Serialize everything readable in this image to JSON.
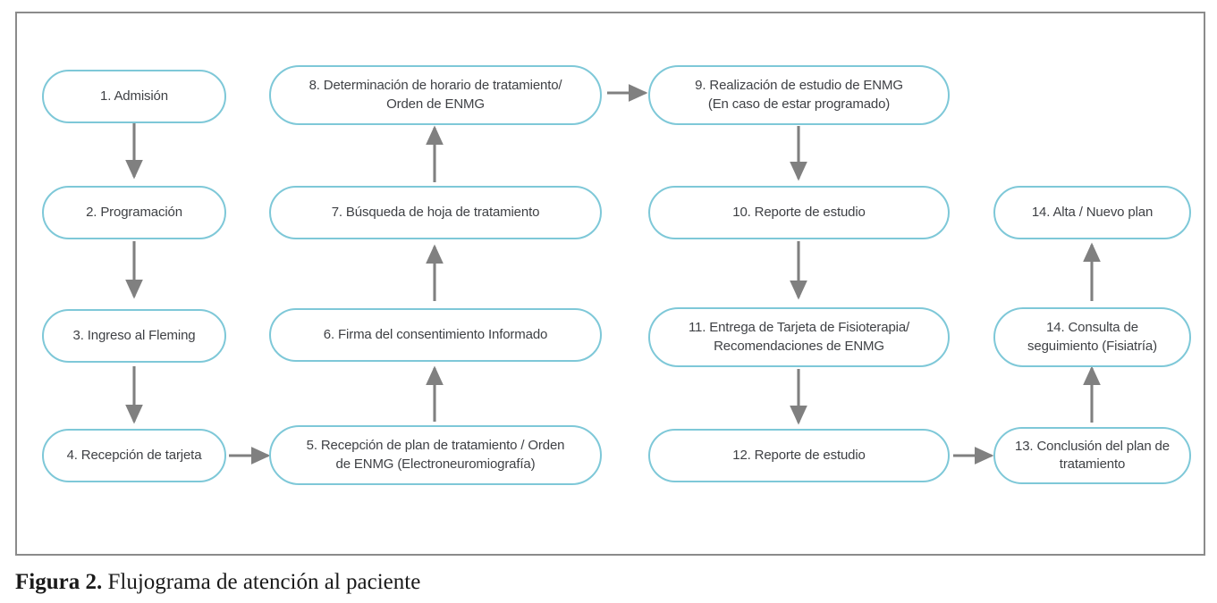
{
  "figure": {
    "caption_label": "Figura 2.",
    "caption_text": " Flujograma de atención al paciente"
  },
  "colors": {
    "node_border": "#7ec8d8",
    "node_fill": "#ffffff",
    "node_text": "#3f4145",
    "arrow": "#808080",
    "frame_border": "#8b8b8b",
    "page_background": "#ffffff"
  },
  "diagram": {
    "type": "flowchart",
    "title": "Flujograma de atención al paciente",
    "columns": 4,
    "rows": 4,
    "nodes": [
      {
        "id": "n1",
        "step": "1",
        "label": "1. Admisión",
        "col": 1,
        "row": 1
      },
      {
        "id": "n2",
        "step": "2",
        "label": "2. Programación",
        "col": 1,
        "row": 2
      },
      {
        "id": "n3",
        "step": "3",
        "label": "3. Ingreso al Fleming",
        "col": 1,
        "row": 3
      },
      {
        "id": "n4",
        "step": "4",
        "label": "4. Recepción de tarjeta",
        "col": 1,
        "row": 4
      },
      {
        "id": "n5",
        "step": "5",
        "label": "5. Recepción de plan de tratamiento / Orden\nde ENMG (Electroneuromiografía)",
        "col": 2,
        "row": 4
      },
      {
        "id": "n6",
        "step": "6",
        "label": "6. Firma del consentimiento Informado",
        "col": 2,
        "row": 3
      },
      {
        "id": "n7",
        "step": "7",
        "label": "7. Búsqueda de hoja de tratamiento",
        "col": 2,
        "row": 2
      },
      {
        "id": "n8",
        "step": "8",
        "label": "8. Determinación de horario de tratamiento/\nOrden de ENMG",
        "col": 2,
        "row": 1
      },
      {
        "id": "n9",
        "step": "9",
        "label": "9. Realización de estudio de ENMG\n(En caso de estar programado)",
        "col": 3,
        "row": 1
      },
      {
        "id": "n10",
        "step": "10",
        "label": "10. Reporte de estudio",
        "col": 3,
        "row": 2
      },
      {
        "id": "n11",
        "step": "11",
        "label": "11. Entrega de Tarjeta de Fisioterapia/\nRecomendaciones de ENMG",
        "col": 3,
        "row": 3
      },
      {
        "id": "n12",
        "step": "12",
        "label": "12. Reporte de estudio",
        "col": 3,
        "row": 4
      },
      {
        "id": "n13",
        "step": "13",
        "label": "13. Conclusión del plan de\ntratamiento",
        "col": 4,
        "row": 4
      },
      {
        "id": "n14",
        "step": "14",
        "label": "14. Consulta de\nseguimiento (Fisiatría)",
        "col": 4,
        "row": 3
      },
      {
        "id": "n15",
        "step": "14",
        "label": "14. Alta / Nuevo plan",
        "col": 4,
        "row": 2
      }
    ],
    "edges": [
      {
        "from": "n1",
        "to": "n2",
        "direction": "down"
      },
      {
        "from": "n2",
        "to": "n3",
        "direction": "down"
      },
      {
        "from": "n3",
        "to": "n4",
        "direction": "down"
      },
      {
        "from": "n4",
        "to": "n5",
        "direction": "right"
      },
      {
        "from": "n5",
        "to": "n6",
        "direction": "up"
      },
      {
        "from": "n6",
        "to": "n7",
        "direction": "up"
      },
      {
        "from": "n7",
        "to": "n8",
        "direction": "up"
      },
      {
        "from": "n8",
        "to": "n9",
        "direction": "right"
      },
      {
        "from": "n9",
        "to": "n10",
        "direction": "down"
      },
      {
        "from": "n10",
        "to": "n11",
        "direction": "down"
      },
      {
        "from": "n11",
        "to": "n12",
        "direction": "down"
      },
      {
        "from": "n12",
        "to": "n13",
        "direction": "right"
      },
      {
        "from": "n13",
        "to": "n14",
        "direction": "up"
      },
      {
        "from": "n14",
        "to": "n15",
        "direction": "up"
      }
    ]
  }
}
